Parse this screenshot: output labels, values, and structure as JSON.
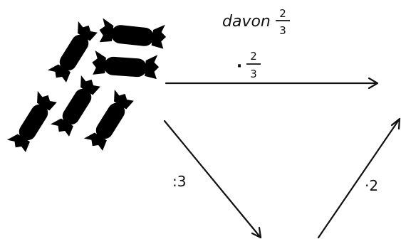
{
  "header": {
    "text": "davon",
    "fraction": {
      "numerator": "2",
      "denominator": "3"
    }
  },
  "arrows": {
    "top": {
      "operator": "·",
      "fraction": {
        "numerator": "2",
        "denominator": "3"
      }
    },
    "left": {
      "label": ":3"
    },
    "right": {
      "label": "·2"
    }
  },
  "colors": {
    "candy": "#7a35c8",
    "ink": "#111111"
  },
  "icons": {
    "candies": "candy-icon"
  }
}
